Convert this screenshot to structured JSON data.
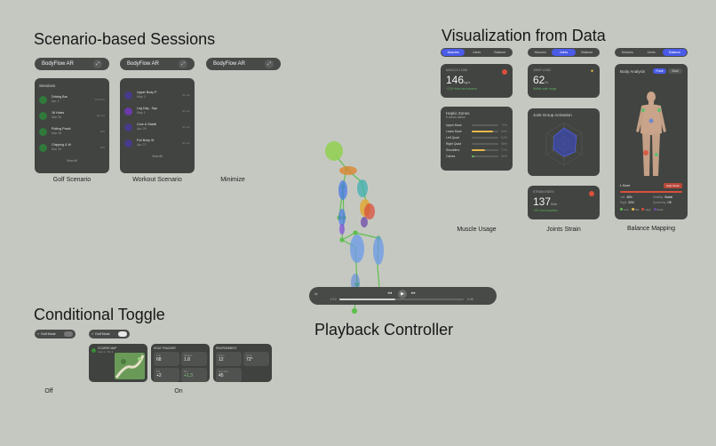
{
  "titles": {
    "scenario": "Scenario-based Sessions",
    "visualization": "Visualization from Data",
    "toggle": "Conditional Toggle",
    "playback": "Playback Controller"
  },
  "scenario": {
    "app_name": "BodyFlow AR",
    "captions": [
      "Golf Scenario",
      "Workout Scenario",
      "Minimize"
    ],
    "sessions_header": "Sessions",
    "golf_sessions": [
      {
        "name": "Driving Bar",
        "sub": "Apr 2",
        "right": "Practice"
      },
      {
        "name": "18 Holes",
        "sub": "Mar 30",
        "right": "Round"
      },
      {
        "name": "Putting Practi",
        "sub": "Mar 28",
        "right": "Drill"
      },
      {
        "name": "Chipping & W",
        "sub": "Mar 25",
        "right": "Drill"
      }
    ],
    "workout_sessions": [
      {
        "name": "Upper Body P",
        "sub": "May 3",
        "right": "45 min"
      },
      {
        "name": "Leg Day - Squ",
        "sub": "May 1",
        "right": "50 min"
      },
      {
        "name": "Core & Stabili",
        "sub": "Apr 29",
        "right": "30 min"
      },
      {
        "name": "Full Body W",
        "sub": "Apr 27",
        "right": "60 min"
      }
    ],
    "view_all": "View All"
  },
  "visualization": {
    "captions": [
      "Muscle Usage",
      "Joints Strain",
      "Balance Mapping"
    ],
    "tabs": [
      "Muscles",
      "Joints",
      "Balance"
    ],
    "muscle": {
      "metric_label": "MUSCLE LOAD",
      "metric_value": "146",
      "metric_unit": "kg/s",
      "metric_note": "+12% from last session",
      "haptic_title": "Haptic Zones",
      "haptic_sub": "6 zones active",
      "zones": [
        {
          "name": "Upper Back",
          "val": "72%",
          "level": 0.0
        },
        {
          "name": "Lower Back",
          "val": "84%",
          "level": 0.8
        },
        {
          "name": "Left Quad",
          "val": "61%",
          "level": 0.0
        },
        {
          "name": "Right Quad",
          "val": "58%",
          "level": 0.0
        },
        {
          "name": "Shoulders",
          "val": "77%",
          "level": 0.5
        },
        {
          "name": "Calves",
          "val": "40%",
          "level": 0.1
        }
      ]
    },
    "joints": {
      "metric_label": "JOINT LOAD",
      "metric_value": "62",
      "metric_unit": "%",
      "metric_note": "Within safe range",
      "activation_title": "Joint Group Activation",
      "strain_label": "STRAIN INDEX",
      "strain_value": "137",
      "strain_unit": "N/m",
      "strain_note": "+5% from baseline"
    },
    "balance": {
      "title": "Body Analysis",
      "views": [
        "Front",
        "Back"
      ],
      "alert_label": "L Knee",
      "alert_badge": "High Strain",
      "stats": [
        {
          "k": "Left",
          "v": "48%"
        },
        {
          "k": "Stability",
          "v": "Stable"
        },
        {
          "k": "Right",
          "v": "52%"
        },
        {
          "k": "Symmetry",
          "v": "Off"
        }
      ],
      "legend": [
        "Low",
        "Mid",
        "High",
        "Peak"
      ]
    }
  },
  "toggle": {
    "captions": [
      "Off",
      "On"
    ],
    "golf_mode_label": "Golf Mode",
    "course_map_title": "COURSE MAP",
    "course_map_sub": "Hole 4 · Par 4",
    "hole_tracker_title": "HOLE TRACKER",
    "hole_stats": [
      {
        "k": "Yds",
        "v": "68"
      },
      {
        "k": "Strokes",
        "v": "1.8"
      },
      {
        "k": "Par",
        "v": "+2"
      },
      {
        "k": "Pts",
        "v": "+1.3"
      }
    ],
    "environment_title": "ENVIRONMENT",
    "env_stats": [
      {
        "k": "Wind",
        "v": "12"
      },
      {
        "k": "Temp",
        "v": "72°"
      },
      {
        "k": "Humidity",
        "v": "45"
      }
    ]
  },
  "playback": {
    "time_current": "0:12",
    "time_total": "0:45",
    "progress": 0.45
  },
  "colors": {
    "background": "#c5c8c1",
    "panel": "#414441",
    "accent": "#4a5be8",
    "green": "#3a8a3a",
    "purple": "#6b4aa8"
  }
}
